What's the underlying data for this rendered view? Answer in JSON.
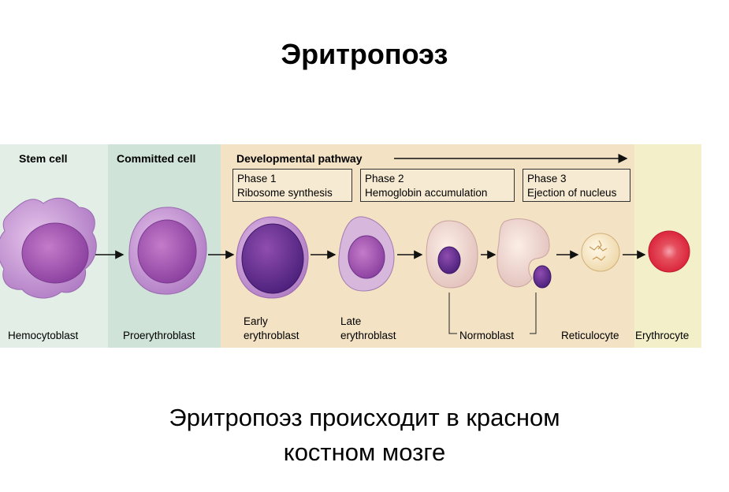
{
  "title": "Эритропоэз",
  "diagram": {
    "sections": {
      "stem": "Stem cell",
      "committed": "Committed cell",
      "developmental": "Developmental pathway"
    },
    "phases": [
      {
        "name": "Phase 1",
        "desc": "Ribosome synthesis"
      },
      {
        "name": "Phase 2",
        "desc": "Hemoglobin accumulation"
      },
      {
        "name": "Phase 3",
        "desc": "Ejection of nucleus"
      }
    ],
    "cells": {
      "hemocytoblast": "Hemocytoblast",
      "proerythroblast": "Proerythroblast",
      "early_line1": "Early",
      "early_line2": "erythroblast",
      "late_line1": "Late",
      "late_line2": "erythroblast",
      "normoblast": "Normoblast",
      "reticulocyte": "Reticulocyte",
      "erythrocyte": "Erythrocyte"
    }
  },
  "caption": {
    "line1": "Эритропоэз происходит в красном",
    "line2": "костном мозге"
  }
}
